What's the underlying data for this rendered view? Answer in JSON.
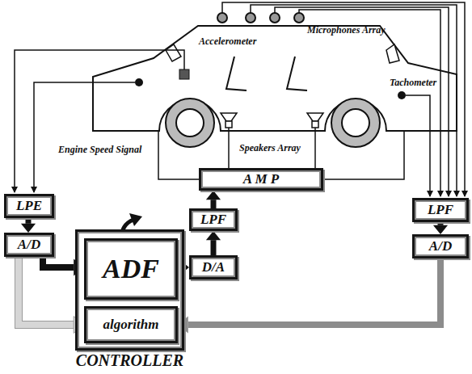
{
  "diagram": {
    "nodes": [
      {
        "text": [
          "LPE"
        ]
      },
      {
        "text": [
          "A/D"
        ]
      },
      {
        "text": [
          "CONTROLLER"
        ]
      },
      {
        "text": [
          "ADF"
        ],
        "in": 2
      },
      {
        "text": [
          "algorithm"
        ],
        "in": 2
      },
      {
        "text": [
          "D/A"
        ]
      },
      {
        "text": [
          "LPF"
        ]
      },
      {
        "text": [
          "A M P"
        ]
      },
      {
        "text": [
          "LPF"
        ]
      },
      {
        "text": [
          "A/D"
        ]
      }
    ],
    "edges": [
      {
        "from": 0,
        "to": 1,
        "arrow": "to"
      },
      {
        "from": 1,
        "to": 3,
        "arrow": "to"
      },
      {
        "from": 1,
        "to": 4,
        "arrow": "to"
      },
      {
        "from": 3,
        "to": 5,
        "arrow": "to"
      },
      {
        "from": 5,
        "to": 6,
        "arrow": "to"
      },
      {
        "from": 6,
        "to": 7,
        "arrow": "to"
      },
      {
        "from": 8,
        "to": 9,
        "arrow": "to"
      },
      {
        "from": 9,
        "to": 4,
        "arrow": "to"
      }
    ],
    "labels": [
      "Microphones Array",
      "Accelerometer",
      "Engine Speed Signal",
      "Speakers Array",
      "Tachometer"
    ]
  }
}
